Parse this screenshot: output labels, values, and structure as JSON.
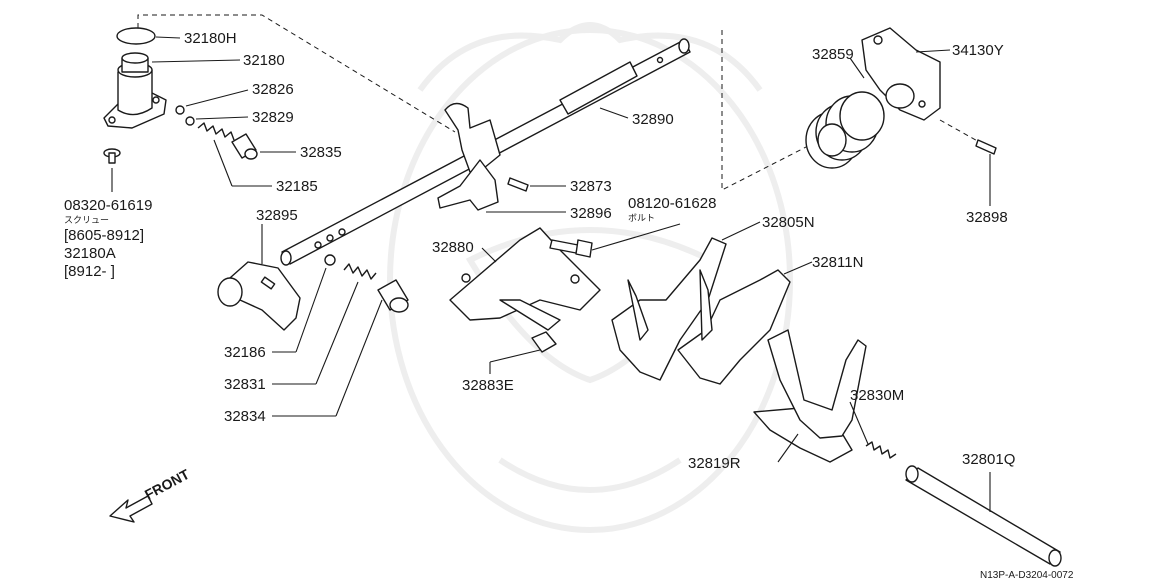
{
  "diagram": {
    "labels": {
      "p32180H": "32180H",
      "p32180": "32180",
      "p32826": "32826",
      "p32829": "32829",
      "p32835": "32835",
      "p32185": "32185",
      "p0832061619": "08320-61619",
      "screw_jp": "スクリュー",
      "range_8605_8912": "[8605-8912]",
      "p32180A": "32180A",
      "range_8912": "[8912-        ]",
      "p32895": "32895",
      "p32186": "32186",
      "p32831": "32831",
      "p32834": "32834",
      "p32890": "32890",
      "p32873": "32873",
      "p32896": "32896",
      "p0812061628": "08120-61628",
      "bolt_jp": "ボルト",
      "p32880": "32880",
      "p32883E": "32883E",
      "p32805N": "32805N",
      "p32811N": "32811N",
      "p32859": "32859",
      "p34130Y": "34130Y",
      "p32898": "32898",
      "p32830M": "32830M",
      "p32819R": "32819R",
      "p32801Q": "32801Q",
      "front": "FRONT",
      "ref_code": "N13P-A-D3204-0072"
    }
  }
}
